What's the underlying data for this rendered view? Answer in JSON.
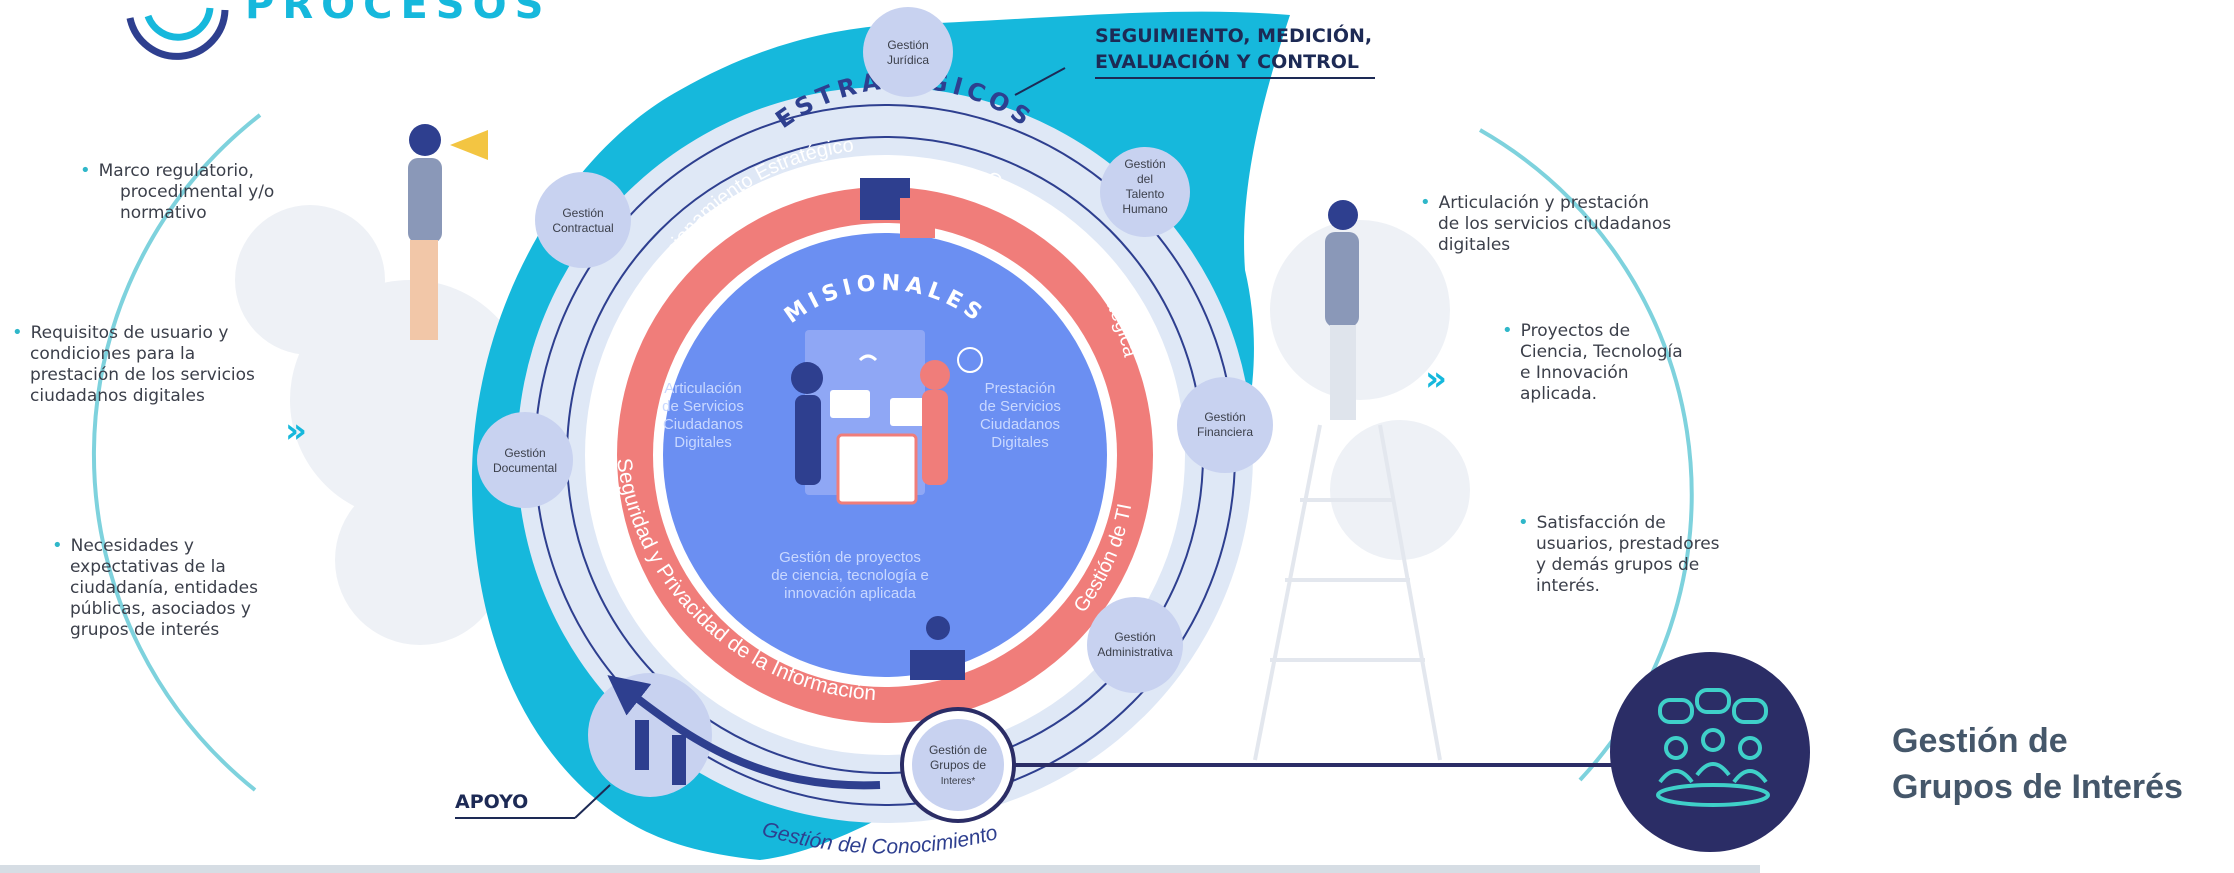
{
  "header": {
    "logo_text": "PROCESOS",
    "seguimiento_line1": "SEGUIMIENTO, MEDICIÓN,",
    "seguimiento_line2": "EVALUACIÓN Y CONTROL"
  },
  "diagram": {
    "estrategicos_label": "ESTRATÉGICOS",
    "misionales_label": "MISIONALES",
    "apoyo_label": "APOYO",
    "conocimiento_label": "Gestión del Conocimiento",
    "ring_direccionamiento": "Direccionamiento Estratégico",
    "ring_comunicacion": "Comunicación Estratégica",
    "ring_gestion_ti": "Gestión de TI",
    "ring_seguridad": "Seguridad y Privacidad de la Información",
    "center_left": [
      "Articulación",
      "de Servicios",
      "Ciudadanos",
      "Digitales"
    ],
    "center_right": [
      "Prestación",
      "de Servicios",
      "Ciudadanos",
      "Digitales"
    ],
    "center_bottom": [
      "Gestión de proyectos",
      "de ciencia, tecnología e",
      "innovación aplicada"
    ],
    "nodes": {
      "juridica": [
        "Gestión",
        "Jurídica"
      ],
      "talento": [
        "Gestión",
        "del",
        "Talento",
        "Humano"
      ],
      "contractual": [
        "Gestión",
        "Contractual"
      ],
      "financiera": [
        "Gestión",
        "Financiera"
      ],
      "documental": [
        "Gestión",
        "Documental"
      ],
      "administrativa": [
        "Gestión",
        "Administrativa"
      ],
      "grupos": [
        "Gestión de",
        "Grupos de",
        "Interes*"
      ]
    }
  },
  "left_column": {
    "items": [
      [
        "Marco regulatorio,",
        "procedimental y/o",
        "normativo"
      ],
      [
        "Requisitos de usuario y",
        "condiciones para la",
        "prestación de los servicios",
        "ciudadanos digitales"
      ],
      [
        "Necesidades y",
        "expectativas de la",
        "ciudadanía, entidades",
        "públicas, asociados y",
        "grupos de interés"
      ]
    ]
  },
  "right_column": {
    "items": [
      [
        "Articulación y prestación",
        "de los servicios ciudadanos",
        "digitales"
      ],
      [
        "Proyectos de",
        "Ciencia, Tecnología",
        "e Innovación",
        "aplicada."
      ],
      [
        "Satisfacción de",
        "usuarios, prestadores",
        "y demás grupos de",
        "interés."
      ]
    ]
  },
  "callout": {
    "title_line1": "Gestión de",
    "title_line2": "Grupos de Interés",
    "icon": "people-meeting-icon"
  },
  "colors": {
    "cyan": "#16b8dc",
    "pale_blue": "#dfe8f6",
    "navy": "#2e3f8f",
    "salmon": "#f07d7a",
    "center_blue": "#6b8ff2",
    "node_fill": "#c8d2f0",
    "callout_circle": "#2b2d66",
    "callout_text": "#45576a"
  }
}
